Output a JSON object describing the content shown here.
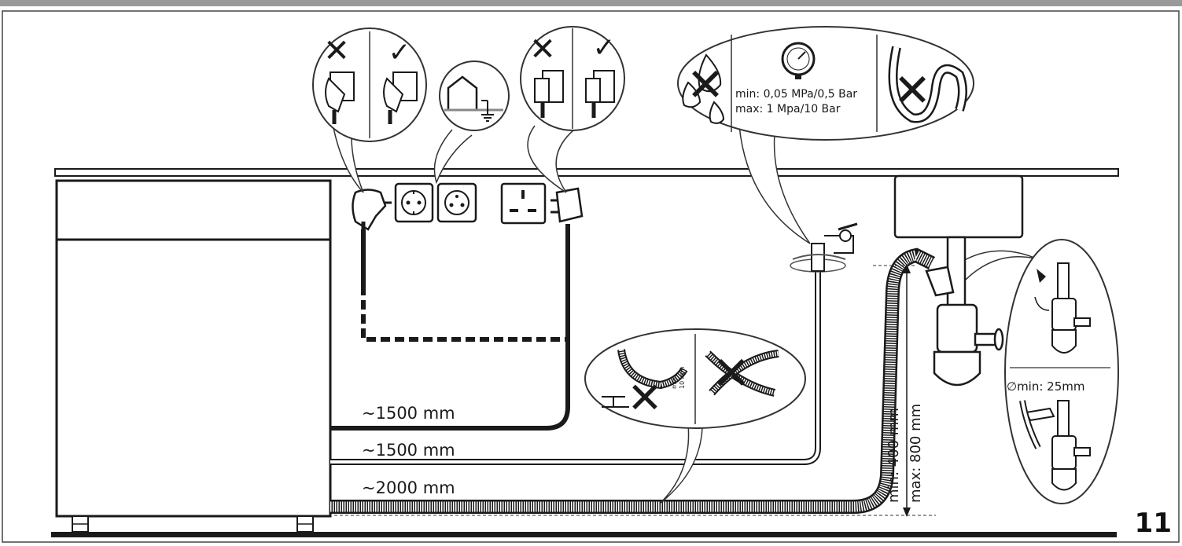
{
  "page_number": "11",
  "cable_lengths": {
    "power": "~1500 mm",
    "water_inlet": "~1500 mm",
    "drain": "~2000 mm"
  },
  "drain_height": {
    "min": "min: 400 mm",
    "max": "max: 800 mm"
  },
  "water_pressure": {
    "min": "min: 0,05 MPa/0,5 Bar",
    "max": "max: 1 Mpa/10 Bar"
  },
  "hose_bend": {
    "min_label": "min.",
    "min_value": "10 mm"
  },
  "siphon": {
    "diameter": "∅min: 25mm"
  },
  "marks": {
    "cross": "✕",
    "check": "✓"
  },
  "colors": {
    "line": "#1a1a1a",
    "circle_stroke": "#333333",
    "background": "#ffffff",
    "frame": "#444444"
  }
}
